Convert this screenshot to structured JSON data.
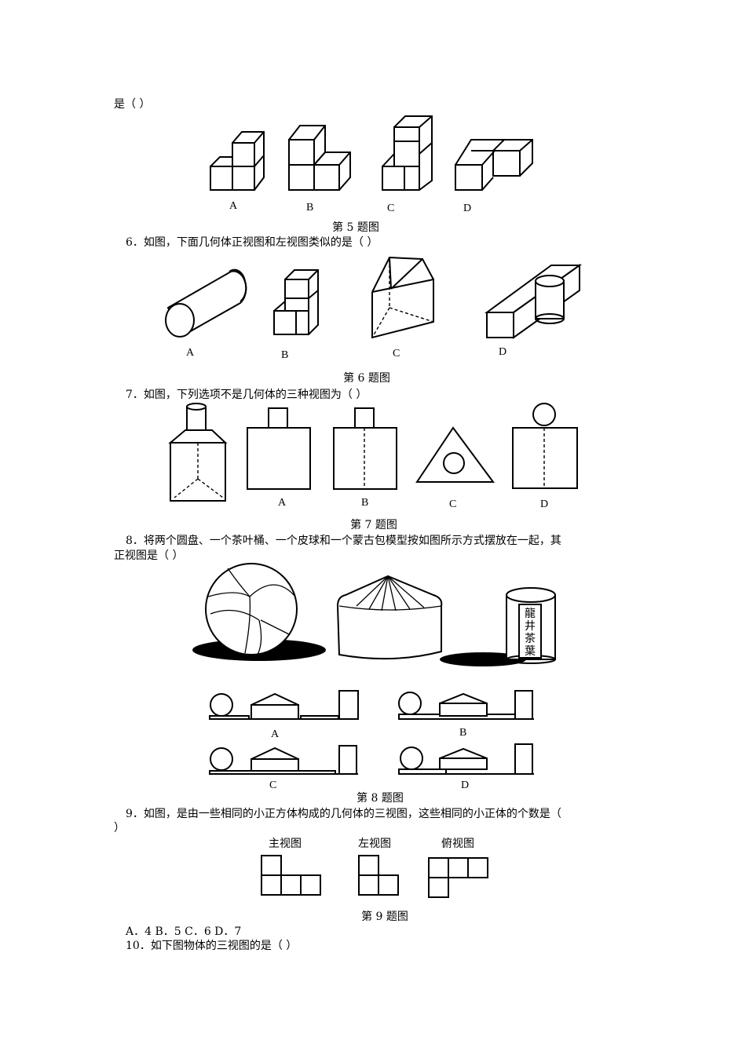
{
  "top_line": "是（    ）",
  "fig5": {
    "caption": "第 5 题图",
    "options": [
      "A",
      "B",
      "C",
      "D"
    ]
  },
  "q6": {
    "text": "6．如图，下面几何体正视图和左视图类似的是（    ）"
  },
  "fig6": {
    "caption": "第 6 题图",
    "options": [
      "A",
      "B",
      "C",
      "D"
    ]
  },
  "q7": {
    "text": "7．如图，下列选项不是几何体的三种视图为（    ）"
  },
  "fig7": {
    "caption": "第 7 题图",
    "options": [
      "A",
      "B",
      "C",
      "D"
    ]
  },
  "q8": {
    "text_line1": "8．将两个圆盘、一个茶叶桶、一个皮球和一个蒙古包模型按如图所示方式摆放在一起，其",
    "text_line2": "正视图是（    ）",
    "tea_label": "龍井茶葉"
  },
  "fig8": {
    "caption": "第 8 题图",
    "options": [
      "A",
      "B",
      "C",
      "D"
    ]
  },
  "q9": {
    "text_line1": "9．如图，是由一些相同的小正方体构成的几何体的三视图，这些相同的小正体的个数是（",
    "text_line2": "）",
    "view_labels": [
      "主视图",
      "左视图",
      "俯视图"
    ],
    "choices": "A．4   B．5   C．6   D．7"
  },
  "fig9": {
    "caption": "第 9 题图"
  },
  "q10": {
    "text": "10．如下图物体的三视图的是（    ）"
  }
}
